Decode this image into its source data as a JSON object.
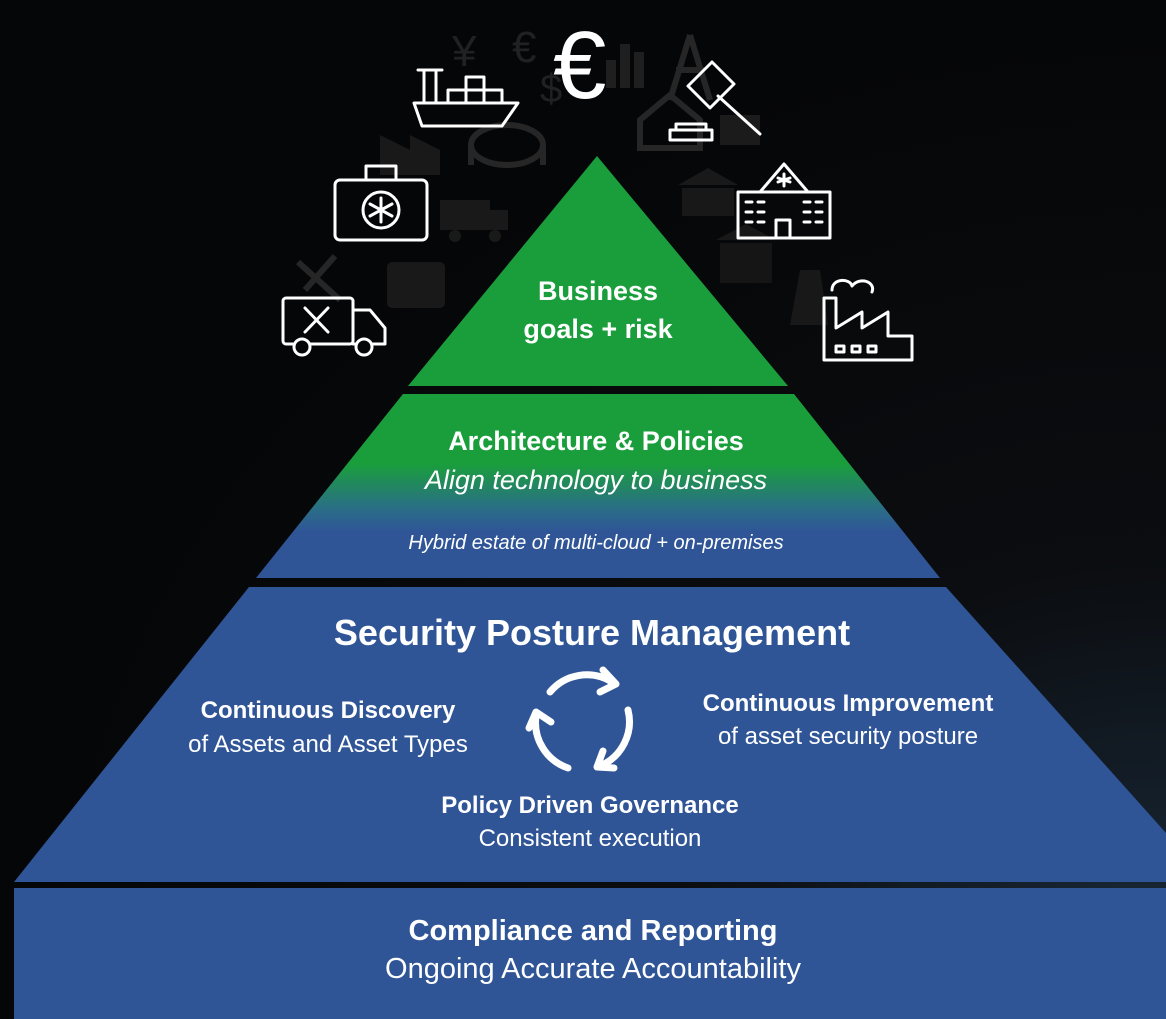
{
  "tier_top": {
    "line1": "Business",
    "line2": "goals + risk",
    "color": "#1a9e3c"
  },
  "tier_architecture": {
    "title": "Architecture & Policies",
    "subtitle": "Align technology to business",
    "note": "Hybrid estate of multi-cloud + on-premises",
    "color_top": "#1a9e3c",
    "color_bottom": "#2f5597"
  },
  "tier_posture": {
    "title": "Security Posture Management",
    "discovery": {
      "title": "Continuous Discovery",
      "subtitle": "of Assets and Asset Types"
    },
    "improvement": {
      "title": "Continuous Improvement",
      "subtitle": "of asset security posture"
    },
    "governance": {
      "title": "Policy Driven Governance",
      "subtitle": "Consistent execution"
    },
    "color": "#2f5597"
  },
  "tier_compliance": {
    "title": "Compliance and Reporting",
    "subtitle": "Ongoing Accurate Accountability",
    "color": "#2f5597"
  },
  "icons": {
    "foreground": [
      "euro-icon",
      "cargo-ship-icon",
      "gavel-icon",
      "medical-kit-icon",
      "hospital-icon",
      "food-truck-icon",
      "factory-icon"
    ],
    "background": [
      "yen-icon",
      "euro-icon",
      "dollar-icon",
      "bar-chart-icon",
      "oil-rig-icon",
      "barn-icon",
      "stadium-icon",
      "industry-icon",
      "dump-truck-icon",
      "bank-icon",
      "medical-kit-icon",
      "mining-icon",
      "power-plant-icon"
    ],
    "euro_symbol": "€",
    "yen_symbol": "¥",
    "dollar_symbol": "$"
  }
}
